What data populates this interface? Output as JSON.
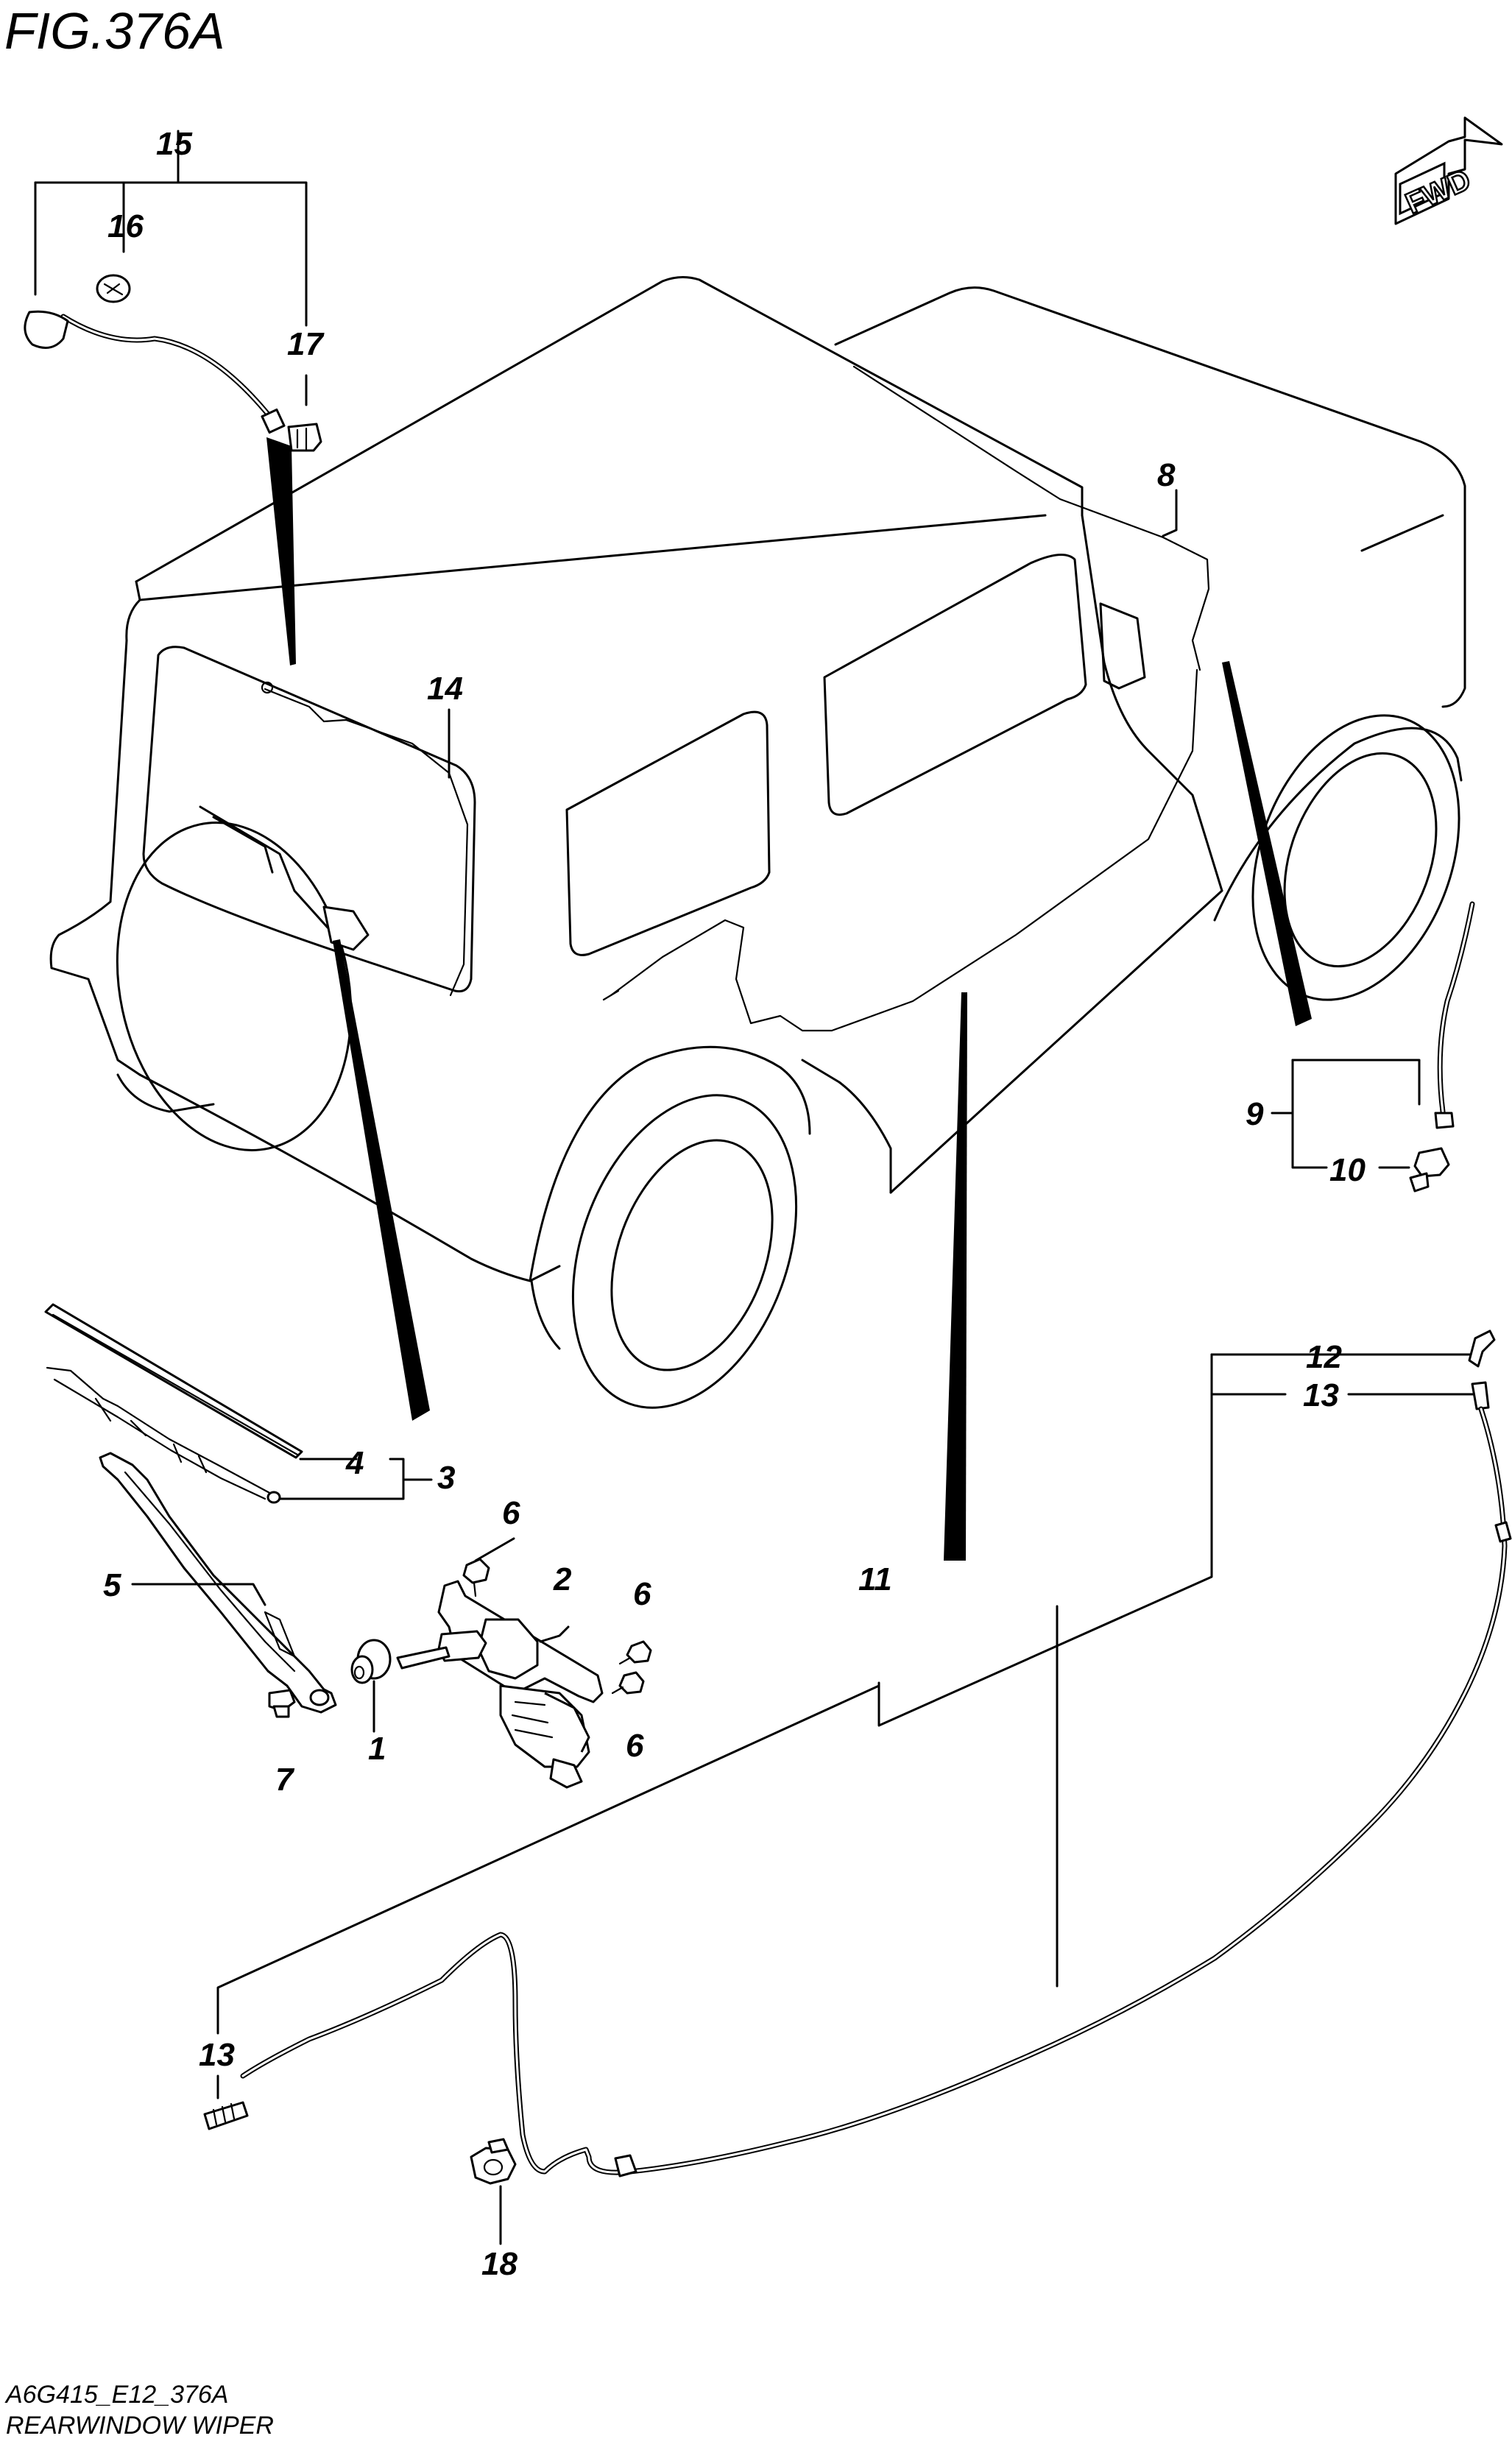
{
  "figure": {
    "title": "FIG.376A",
    "fwd_label": "FWD",
    "drawing_code": "A6G415_E12_376A",
    "subtitle": "REARWINDOW WIPER"
  },
  "callouts": {
    "c1": "1",
    "c2": "2",
    "c3": "3",
    "c4": "4",
    "c5": "5",
    "c6a": "6",
    "c6b": "6",
    "c6c": "6",
    "c7": "7",
    "c8": "8",
    "c9": "9",
    "c10": "10",
    "c11": "11",
    "c12": "12",
    "c13a": "13",
    "c13b": "13",
    "c14": "14",
    "c15": "15",
    "c16": "16",
    "c17": "17",
    "c18": "18"
  }
}
